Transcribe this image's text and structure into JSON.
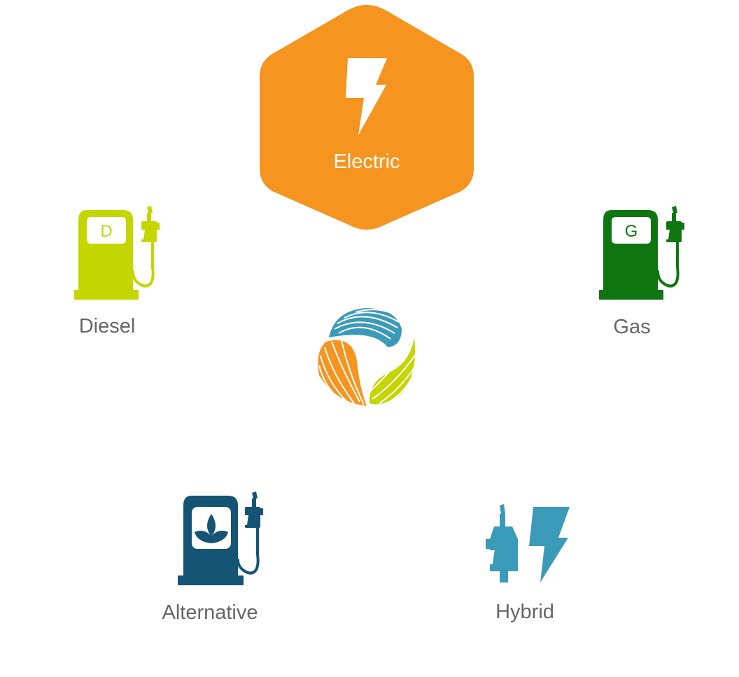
{
  "nodes": {
    "electric": {
      "label": "Electric",
      "color": "#F59520",
      "icon": "lightning-bolt-icon"
    },
    "diesel": {
      "label": "Diesel",
      "letter": "D",
      "color": "#C4D600",
      "icon": "fuel-pump-icon"
    },
    "gas": {
      "label": "Gas",
      "letter": "G",
      "color": "#0F7511",
      "icon": "fuel-pump-icon"
    },
    "alternative": {
      "label": "Alternative",
      "color": "#155474",
      "icon": "eco-fuel-pump-icon"
    },
    "hybrid": {
      "label": "Hybrid",
      "color": "#3C9AB9",
      "icon": "nozzle-and-bolt-icon"
    }
  },
  "center": {
    "icon": "tri-swirl-logo-icon",
    "colors": [
      "#3C9AB9",
      "#F59520",
      "#C4D600"
    ]
  }
}
